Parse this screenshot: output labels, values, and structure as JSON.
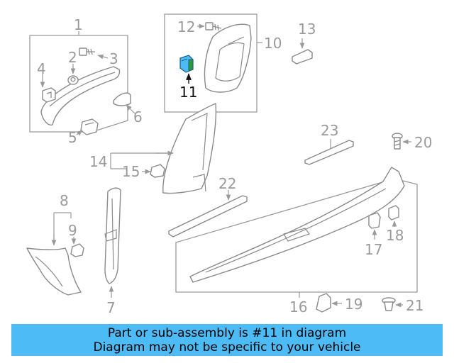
{
  "callouts": {
    "c1": "1",
    "c2": "2",
    "c3": "3",
    "c4": "4",
    "c5": "5",
    "c6": "6",
    "c7": "7",
    "c8": "8",
    "c9": "9",
    "c10": "10",
    "c11": "11",
    "c12": "12",
    "c13": "13",
    "c14": "14",
    "c15": "15",
    "c16": "16",
    "c17": "17",
    "c18": "18",
    "c19": "19",
    "c20": "20",
    "c21": "21",
    "c22": "22",
    "c23": "23"
  },
  "highlight": {
    "part": "11",
    "color": "#4dbbf5",
    "accent": "#2e9b3a"
  },
  "banner": {
    "line1": "Part or sub-assembly is #11 in diagram",
    "line2": "Diagram may not be specific to your vehicle",
    "color": "#4dbbf5"
  }
}
